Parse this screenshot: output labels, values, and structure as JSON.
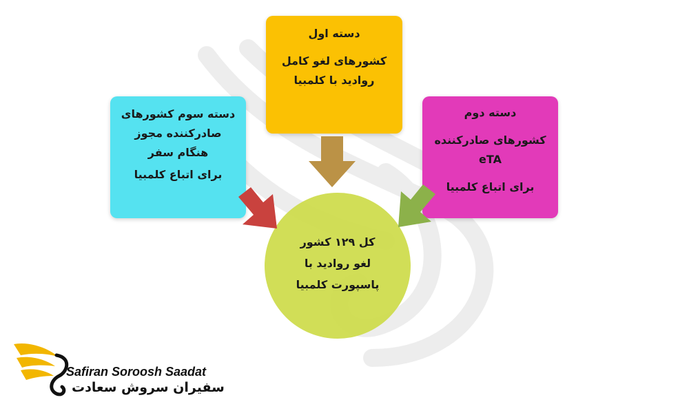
{
  "boxes": {
    "first": {
      "title": "دسته اول",
      "line1": "کشورهای لغو کامل",
      "line2": "روادید با کلمبیا"
    },
    "second": {
      "title": "دسته دوم",
      "line1": "کشورهای صادرکننده",
      "line2": "eTA",
      "line3": "برای اتباع کلمبیا"
    },
    "third": {
      "line1": "دسته سوم کشورهای",
      "line2": "صادرکننده مجوز",
      "line3": "هنگام سفر",
      "line4": "برای اتباع کلمبیا"
    }
  },
  "center": {
    "line1": "کل  ۱۲۹ کشور",
    "line2": "لغو روادید با",
    "line3": "پاسپورت کلمبیا"
  },
  "colors": {
    "first": "#fbc103",
    "second": "#e23ab9",
    "third": "#55e2f0",
    "center": "#cddb49",
    "arrow_down": "#bb9246",
    "arrow_left": "#8cb14a",
    "arrow_right": "#c9423e",
    "logo_gold": "#f2b600"
  },
  "logo": {
    "english": "Safiran Soroosh Saadat",
    "persian": "سفیران سروش سعادت",
    "icon": "swan-wing-logo-icon"
  }
}
